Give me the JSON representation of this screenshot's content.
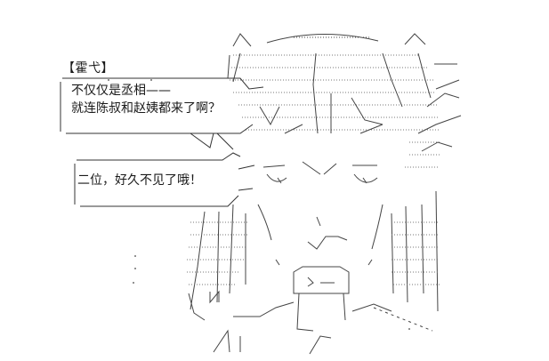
{
  "speaker": "【霍弋】",
  "bubble1": {
    "line1": "不仅仅是丞相——",
    "line2": "就连陈叔和赵姨都来了啊？"
  },
  "bubble2": {
    "line1": "二位，好久不见了哦！"
  }
}
